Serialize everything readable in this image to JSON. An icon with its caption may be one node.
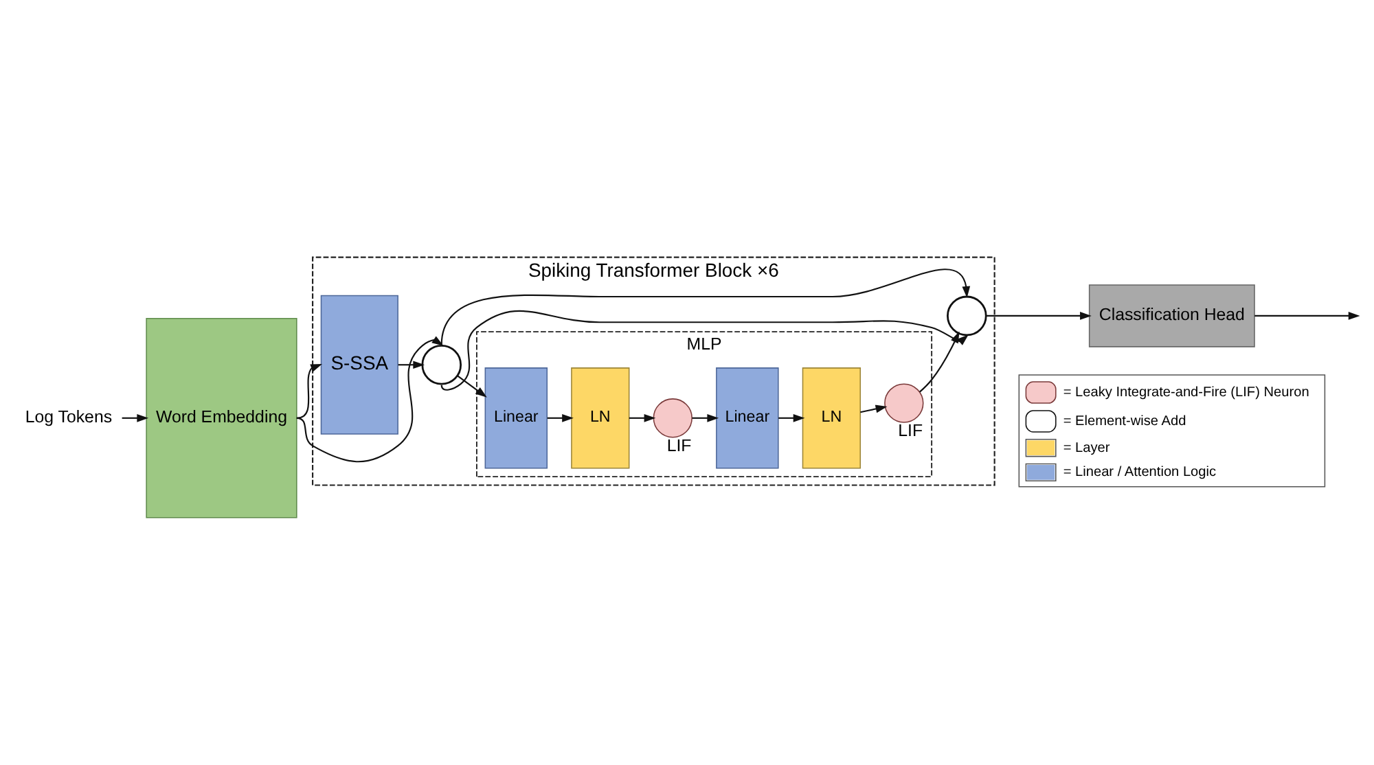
{
  "diagram": {
    "nodes": [
      {
        "text": [
          "Log Tokens"
        ]
      },
      {
        "text": [
          "Word Embedding"
        ]
      },
      {
        "text": [
          "Spiking Transformer Block ×6"
        ]
      },
      {
        "text": [
          "S-SSA"
        ],
        "in": 2
      },
      {
        "text": [],
        "shape": "circle",
        "in": 2
      },
      {
        "text": [
          "MLP"
        ],
        "in": 2
      },
      {
        "text": [
          "Linear"
        ],
        "in": 5
      },
      {
        "text": [
          "LN"
        ],
        "in": 5
      },
      {
        "text": [],
        "shape": "circle",
        "beside": [
          "LIF"
        ],
        "in": 5
      },
      {
        "text": [
          "Linear"
        ],
        "in": 5
      },
      {
        "text": [
          "LN"
        ],
        "in": 5
      },
      {
        "text": [],
        "shape": "circle",
        "beside": [
          "LIF"
        ],
        "in": 5
      },
      {
        "text": [],
        "shape": "circle",
        "in": 2
      },
      {
        "text": [
          "Classification Head"
        ]
      }
    ],
    "edges": [
      {
        "from": 0,
        "to": 1,
        "arrow": "to"
      },
      {
        "from": 1,
        "to": 3,
        "arrow": "to"
      },
      {
        "from": 1,
        "to": 4,
        "arrow": "to"
      },
      {
        "from": 3,
        "to": 4,
        "arrow": "to"
      },
      {
        "from": 4,
        "to": 6,
        "arrow": "to"
      },
      {
        "from": 4,
        "to": 12,
        "arrow": "to"
      },
      {
        "from": 4,
        "to": 12,
        "arrow": "to"
      },
      {
        "from": 6,
        "to": 7,
        "arrow": "to"
      },
      {
        "from": 7,
        "to": 8,
        "arrow": "to"
      },
      {
        "from": 8,
        "to": 9,
        "arrow": "to"
      },
      {
        "from": 9,
        "to": 10,
        "arrow": "to"
      },
      {
        "from": 10,
        "to": 11,
        "arrow": "to"
      },
      {
        "from": 11,
        "to": 12,
        "arrow": "to"
      },
      {
        "from": 12,
        "to": 13,
        "arrow": "to"
      },
      {
        "from": 13,
        "to": null,
        "arrow": "to"
      }
    ],
    "legend": [
      {
        "text": "= Leaky Integrate-and-Fire (LIF) Neuron"
      },
      {
        "text": "= Element-wise Add"
      },
      {
        "text": "= Layer",
        "color": "#fdd766"
      },
      {
        "text": "= Linear / Attention Logic",
        "color": "#8faadc"
      }
    ]
  }
}
